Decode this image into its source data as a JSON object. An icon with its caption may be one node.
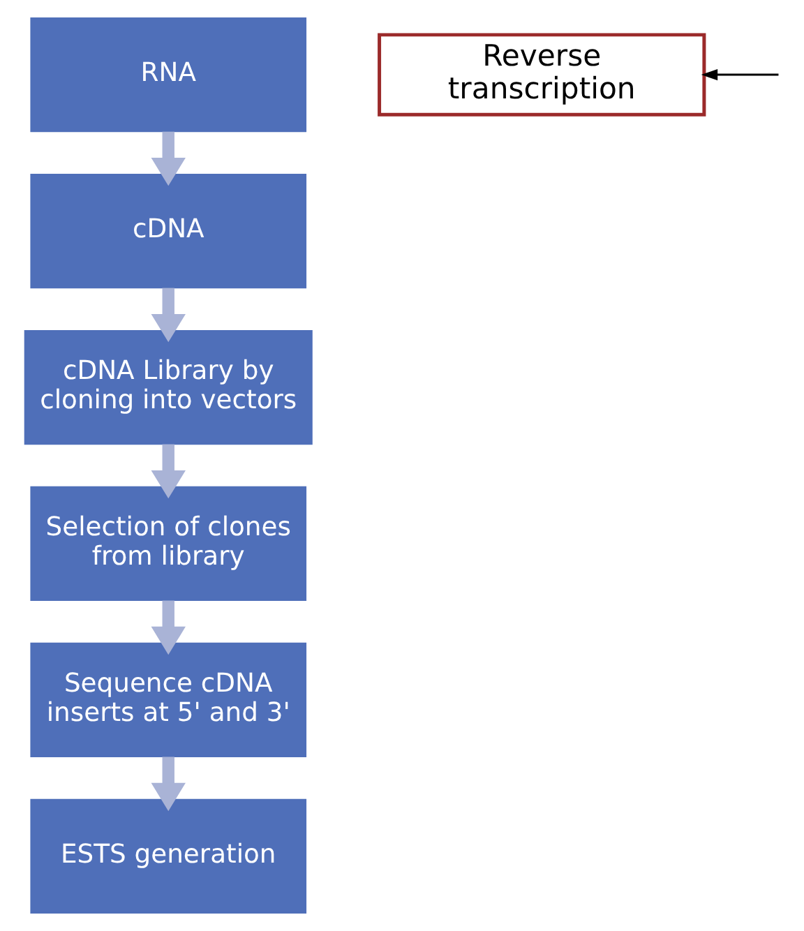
{
  "diagram": {
    "nodes": [
      {
        "text": [
          "RNA"
        ]
      },
      {
        "text": [
          "cDNA"
        ]
      },
      {
        "text": [
          "cDNA Library by cloning into vectors"
        ]
      },
      {
        "text": [
          "Selection of clones from library"
        ]
      },
      {
        "text": [
          "Sequence cDNA inserts at 5' and 3'"
        ]
      },
      {
        "text": [
          "ESTS generation"
        ]
      },
      {
        "text": [
          "Reverse transcription"
        ]
      }
    ],
    "edges": [
      {
        "from": 0,
        "to": 1,
        "arrow": "to"
      },
      {
        "from": 1,
        "to": 2,
        "arrow": "to"
      },
      {
        "from": 2,
        "to": 3,
        "arrow": "to"
      },
      {
        "from": 3,
        "to": 4,
        "arrow": "to"
      },
      {
        "from": 4,
        "to": 5,
        "arrow": "to"
      },
      {
        "from": null,
        "to": 6,
        "arrow": "to",
        "color": "#000000"
      }
    ]
  }
}
